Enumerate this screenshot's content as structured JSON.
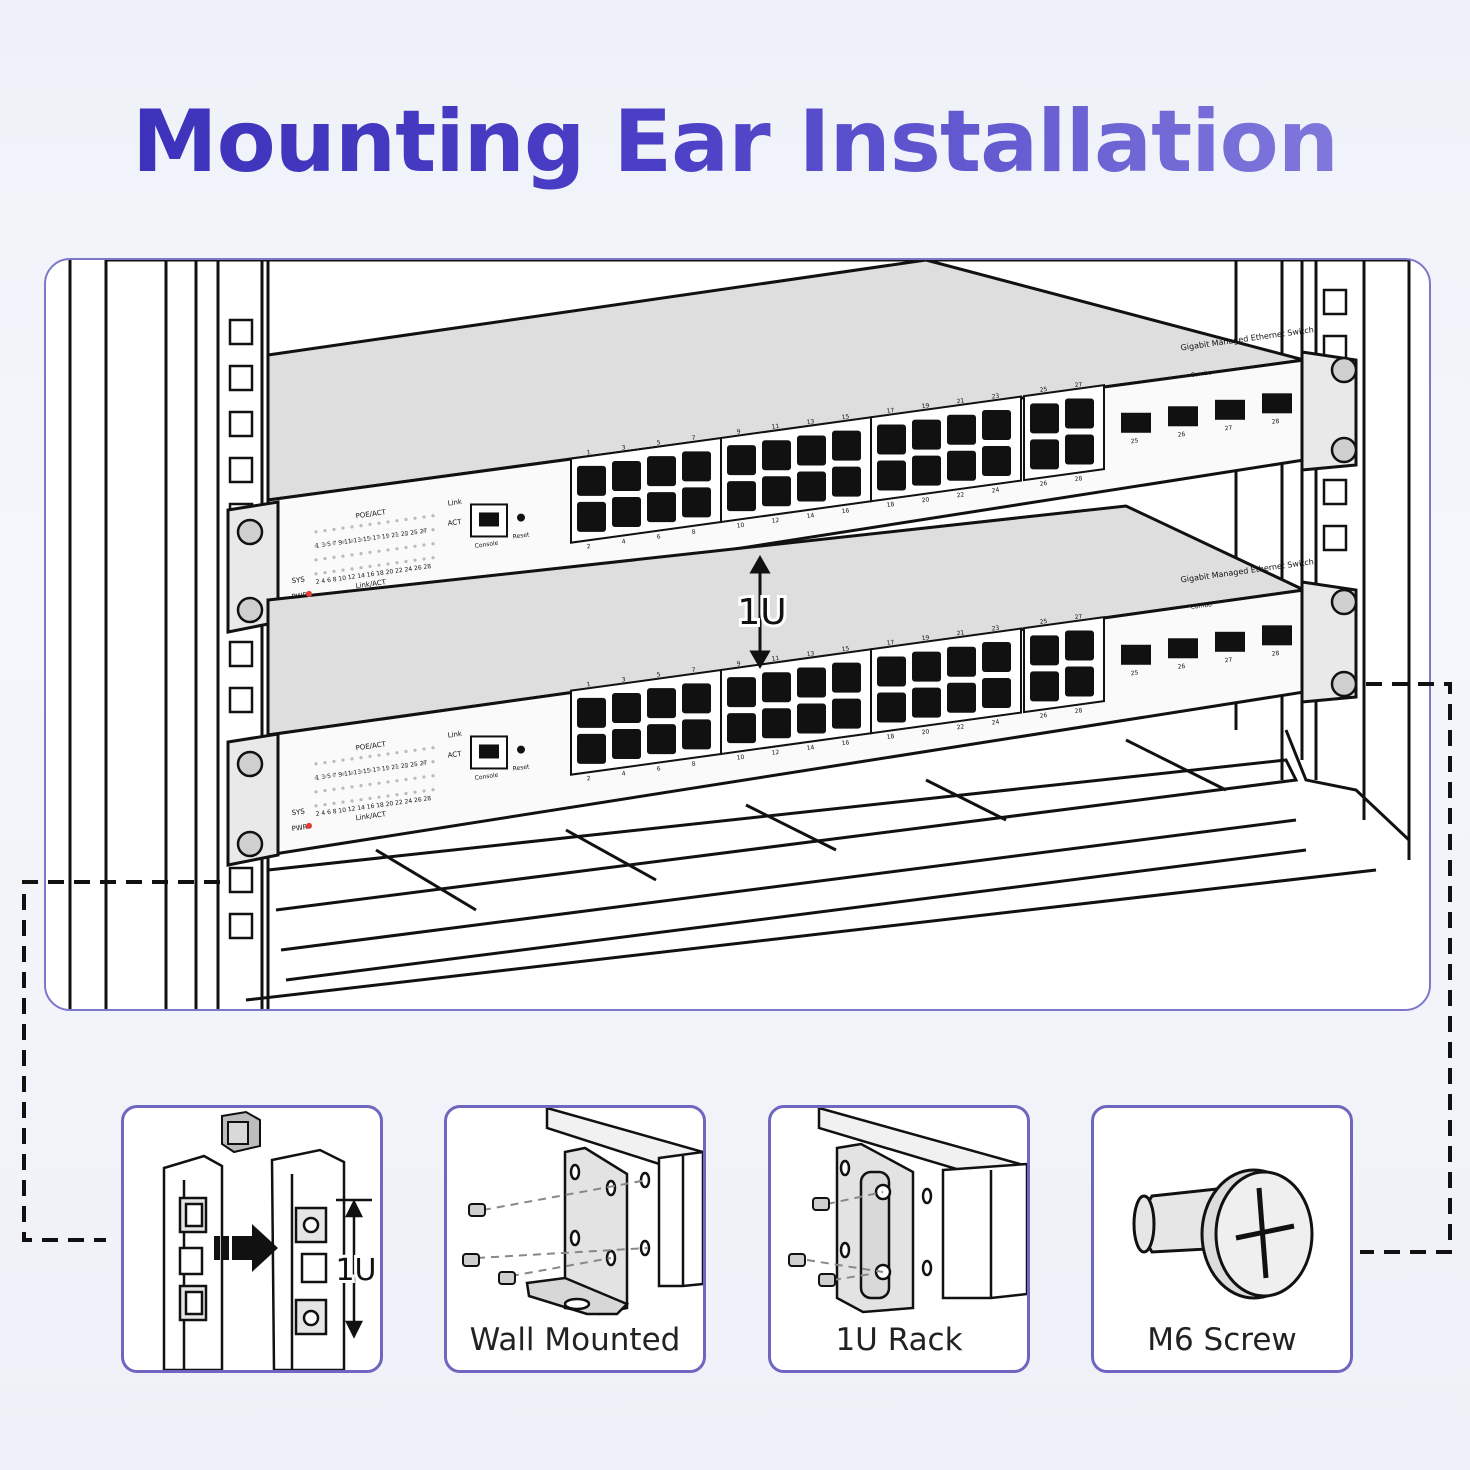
{
  "title": "Mounting Ear Installation",
  "rack": {
    "height_label": "1U",
    "switch": {
      "model_label": "Gigabit Managed Ethernet Switch",
      "combo_label": "Combo",
      "poe_label": "POE/ACT",
      "link_act_label": "Link/ACT",
      "link_label": "Link",
      "act_label": "ACT",
      "sys_label": "SYS",
      "pwr_label": "PWR",
      "console_label": "Console",
      "reset_label": "Reset",
      "top_led_numbers": "1 3 5 7 9 11 13 15 17 19 21 23 25 27",
      "bottom_led_numbers": "2 4 6 8 10 12 14 16 18 20 22 24 26 28",
      "group_top_labels": [
        [
          "1",
          "3",
          "5",
          "7"
        ],
        [
          "9",
          "11",
          "13",
          "15"
        ],
        [
          "17",
          "19",
          "21",
          "23"
        ],
        [
          "25",
          "27"
        ]
      ],
      "group_bottom_labels": [
        [
          "2",
          "4",
          "6",
          "8"
        ],
        [
          "10",
          "12",
          "14",
          "16"
        ],
        [
          "18",
          "20",
          "22",
          "24"
        ],
        [
          "26",
          "28"
        ]
      ],
      "sfp_labels": [
        "25",
        "26",
        "27",
        "28"
      ]
    }
  },
  "panels": [
    {
      "id": "cage-nut",
      "label": "",
      "height_label": "1U"
    },
    {
      "id": "wall-mounted",
      "label": "Wall Mounted"
    },
    {
      "id": "rack-1u",
      "label": "1U Rack"
    },
    {
      "id": "m6-screw",
      "label": "M6 Screw"
    }
  ],
  "colors": {
    "accent": "#4b3fc6",
    "frame": "#7d77c9",
    "line": "#111111",
    "led": "#e53935"
  }
}
